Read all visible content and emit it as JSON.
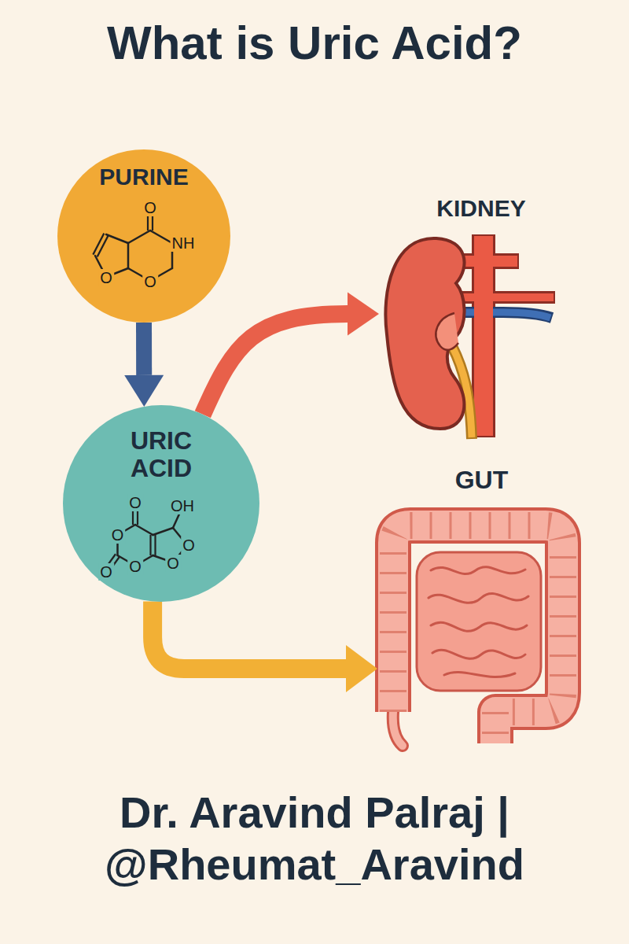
{
  "diagram": {
    "title": "What is Uric Acid?",
    "caption": "Dr. Aravind Palraj | @Rheumat_Aravind",
    "nodes": [
      {
        "text": [
          "PURINE",
          "O",
          "NH",
          "O",
          "O"
        ]
      },
      {
        "text": [
          "URIC ACID",
          "O",
          "OH",
          "O",
          "O",
          "O",
          "O",
          "O"
        ]
      },
      {
        "text": [
          "KIDNEY"
        ]
      },
      {
        "text": [
          "GUT"
        ]
      }
    ],
    "edges": [
      {
        "from": 0,
        "to": 1,
        "arrow": "to"
      },
      {
        "from": 1,
        "to": 2,
        "arrow": "to"
      },
      {
        "from": 1,
        "to": 3,
        "arrow": "to"
      }
    ]
  }
}
